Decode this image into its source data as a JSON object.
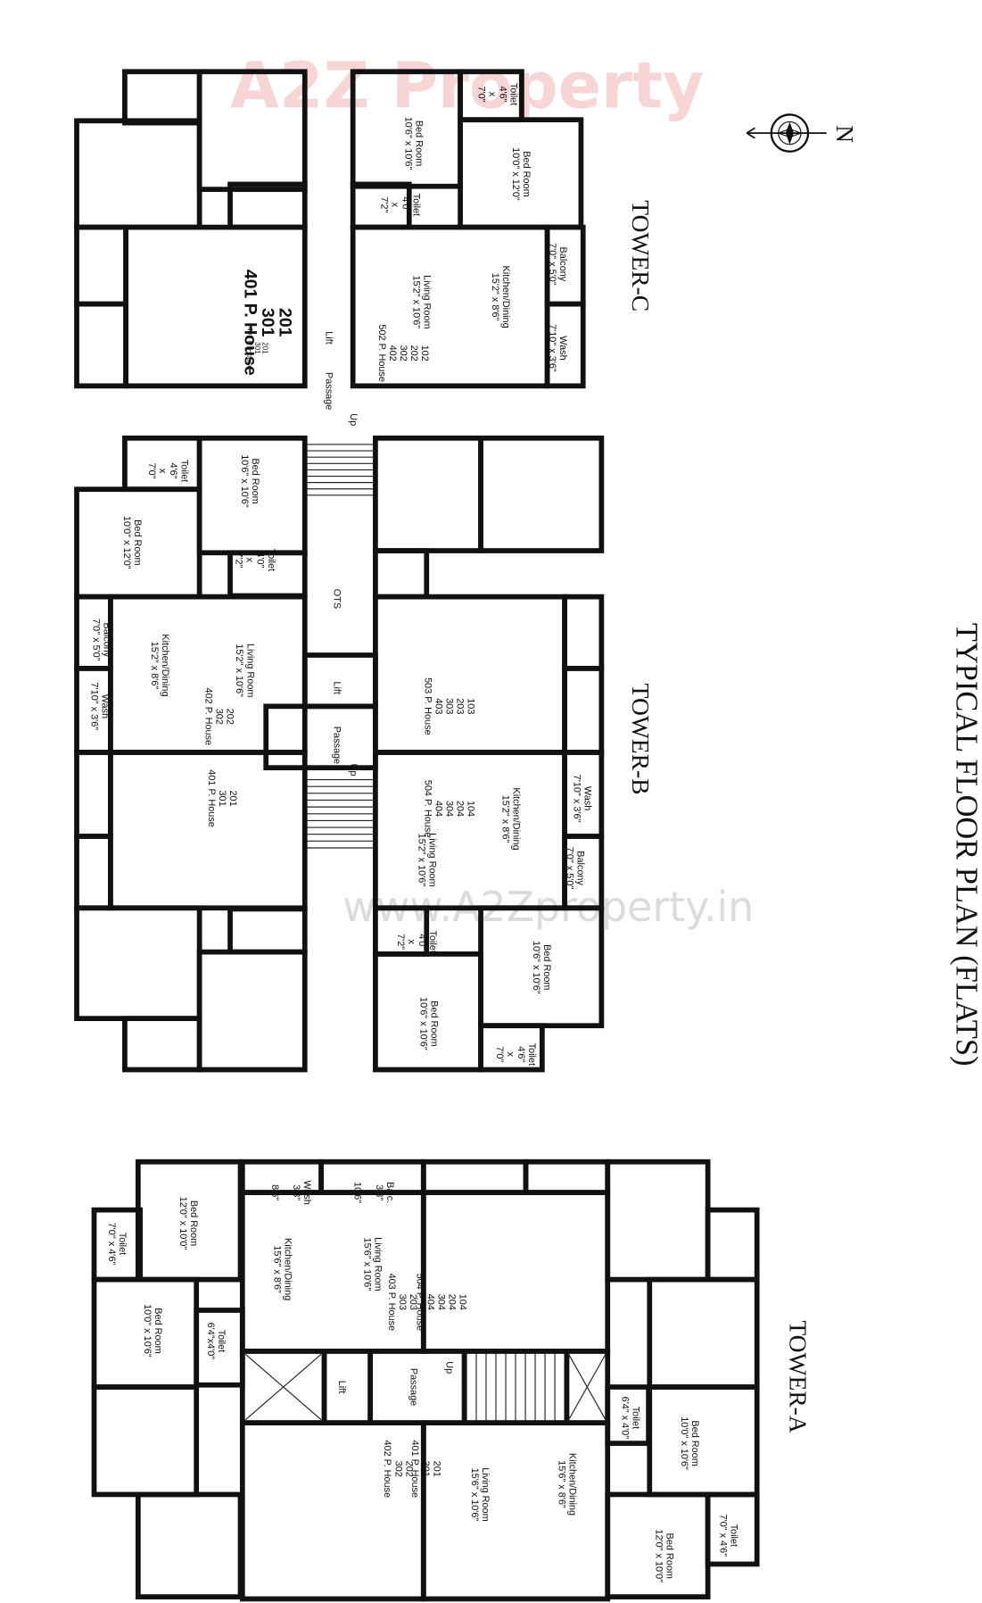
{
  "title": "TYPICAL FLOOR PLAN (FLATS)",
  "compass_label": "N",
  "watermarks": {
    "logo": "A2Z Property",
    "url": "www.A2Zproperty.in"
  },
  "colors": {
    "walls": "#111111",
    "background": "#ffffff",
    "watermark_red": "#e05a5a",
    "watermark_blue": "#5a8ee0",
    "watermark_orange": "#e0a050",
    "watermark_green": "#6ab86a"
  },
  "towers": [
    {
      "name": "TOWER-C",
      "labels": [
        [
          "Bed Room",
          "10'6\" x 10'6\""
        ],
        [
          "Toilet",
          "4'6\"",
          "x",
          "7'0\""
        ],
        [
          "Bed Room",
          "10'0\" x 12'0\""
        ],
        [
          "Toilet",
          "4'0\"",
          "x",
          "7'2\""
        ],
        [
          "Balcony",
          "7'0\" x 5'0\""
        ],
        [
          "Kitchen/Dining",
          "15'2\" x 8'6\""
        ],
        [
          "Living Room",
          "15'2\" x 10'6\""
        ],
        [
          "102",
          "202",
          "302",
          "402",
          "502 P. House"
        ],
        [
          "Wash",
          "7'10\" x 3'6\""
        ],
        [
          "201",
          "301",
          "401 P. House"
        ],
        [
          "201",
          "301",
          "401 P. House"
        ],
        [
          "Lift"
        ],
        [
          "Passage"
        ],
        [
          "Up"
        ]
      ]
    },
    {
      "name": "TOWER-B",
      "labels": [
        [
          "Toilet",
          "4'6\"",
          "x",
          "7'0\""
        ],
        [
          "Bed Room",
          "10'6\" x 10'6\""
        ],
        [
          "Bed Room",
          "10'0\" x 12'0\""
        ],
        [
          "Toilet",
          "4'0\"",
          "x",
          "7'2\""
        ],
        [
          "Balcony",
          "7'0\" x 5'0\""
        ],
        [
          "Kitchen/Dining",
          "15'2\" x 8'6\""
        ],
        [
          "Living Room",
          "15'2\" x 10'6\""
        ],
        [
          "202",
          "302",
          "402 P. House"
        ],
        [
          "Wash",
          "7'10\" x 3'6\""
        ],
        [
          "OTS"
        ],
        [
          "Lift"
        ],
        [
          "Passage"
        ],
        [
          "Up"
        ],
        [
          "201",
          "301",
          "401 P. House"
        ],
        [
          "103",
          "203",
          "303",
          "403",
          "503 P. House"
        ],
        [
          "104",
          "204",
          "304",
          "404",
          "504 P. House"
        ],
        [
          "Living Room",
          "15'2\" x 10'6\""
        ],
        [
          "Kitchen/Dining",
          "15'2\" x 8'6\""
        ],
        [
          "Wash",
          "7'10\" x 3'6\""
        ],
        [
          "Balcony",
          "7'0\" x 5'0\""
        ],
        [
          "Toilet",
          "4'0\"",
          "x",
          "7'2\""
        ],
        [
          "Bed Room",
          "10'6\" x 10'6\""
        ],
        [
          "Bed Room",
          "10'6\" x 10'6\""
        ],
        [
          "Toilet",
          "4'6\"",
          "x",
          "7'0\""
        ]
      ]
    },
    {
      "name": "TOWER-A",
      "labels": [
        [
          "Toilet",
          "7'0\" x 4'6\""
        ],
        [
          "Bed Room",
          "12'0\" x 10'0\""
        ],
        [
          "Wash",
          "3'3\"",
          "x",
          "8'6\""
        ],
        [
          "Balc.",
          "3'3\"",
          "x",
          "10'6\""
        ],
        [
          "Kitchen/Dining",
          "15'6\" x 8'6\""
        ],
        [
          "Living Room",
          "15'6\" x 10'6\""
        ],
        [
          "203",
          "303",
          "403 P. House"
        ],
        [
          "104",
          "204",
          "304",
          "404",
          "504 P. House"
        ],
        [
          "Bed Room",
          "10'0\" x 10'6\""
        ],
        [
          "Toilet",
          "6'4\"x4'0\""
        ],
        [
          "Lift"
        ],
        [
          "Passage"
        ],
        [
          "Up"
        ],
        [
          "202",
          "302",
          "402 P. House"
        ],
        [
          "201",
          "301",
          "401 P. House"
        ],
        [
          "Living Room",
          "15'6\" x 10'6\""
        ],
        [
          "Kitchen/Dining",
          "15'6\" x 8'6\""
        ],
        [
          "Toilet",
          "6'4\" x 4'0\""
        ],
        [
          "Bed Room",
          "10'0\" x 10'6\""
        ],
        [
          "Toilet",
          "7'0\" x 4'6\""
        ],
        [
          "Bed Room",
          "12'0\" x 10'0\""
        ]
      ]
    }
  ]
}
